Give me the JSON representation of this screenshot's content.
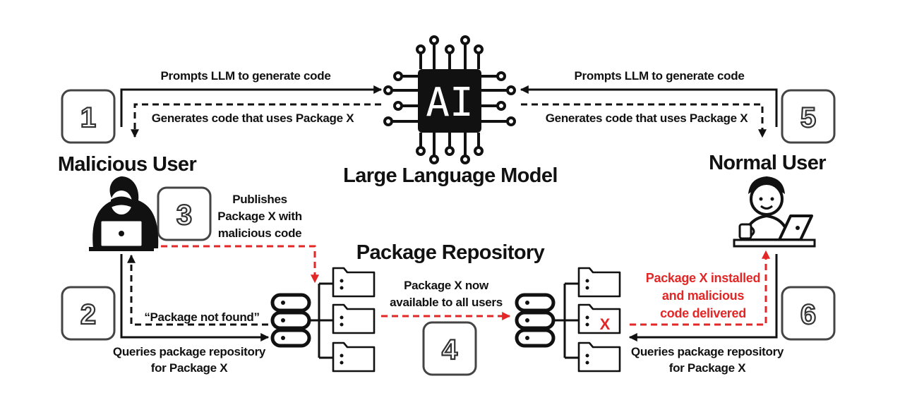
{
  "llm": {
    "chip_text": "AI",
    "title": "Large Language Model"
  },
  "actors": {
    "malicious_user": "Malicious User",
    "normal_user": "Normal User"
  },
  "repository": {
    "title": "Package Repository"
  },
  "steps": [
    "1",
    "2",
    "3",
    "4",
    "5",
    "6"
  ],
  "labels": {
    "prompt_left": "Prompts LLM to generate code",
    "gen_left": "Generates code that uses Package X",
    "prompt_right": "Prompts LLM to generate code",
    "gen_right": "Generates code that uses Package X",
    "publish_line1": "Publishes",
    "publish_line2": "Package X with",
    "publish_line3": "malicious code",
    "not_found": "“Package not found”",
    "query_left_line1": "Queries package repository",
    "query_left_line2": "for Package X",
    "available_line1": "Package X now",
    "available_line2": "available to all users",
    "installed_line1": "Package X installed",
    "installed_line2": "and malicious",
    "installed_line3": "code delivered",
    "query_right_line1": "Queries package repository",
    "query_right_line2": "for Package X"
  },
  "malicious_folder_mark": "X",
  "colors": {
    "ink": "#111111",
    "accent_red": "#e32626",
    "box_border": "#444444"
  },
  "icons": [
    "ai-chip-icon",
    "hacker-icon",
    "user-at-laptop-icon",
    "database-icon",
    "folder-icon"
  ]
}
